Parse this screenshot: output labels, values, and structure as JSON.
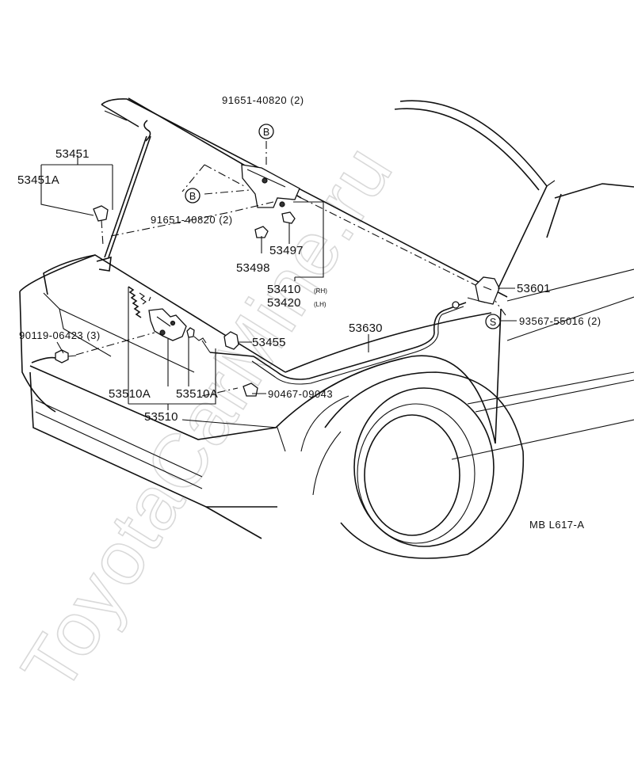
{
  "watermark": "ToyotaCarMine.ru",
  "figure_code": "MB  L617-A",
  "callouts": {
    "bolt_upper": "91651-40820 (2)",
    "bolt_lower": "91651-40820 (2)",
    "hinge_rh": "53410",
    "hinge_rh_side": "(RH)",
    "hinge_lh": "53420",
    "hinge_lh_side": "(LH)",
    "part_53497": "53497",
    "part_53498": "53498",
    "support_rod": "53451",
    "support_clip": "53451A",
    "lever_53601": "53601",
    "screw_93567": "93567-55016 (2)",
    "cable_53630": "53630",
    "part_53455": "53455",
    "bolt_90119": "90119-06423 (3)",
    "clip_90467": "90467-09043",
    "lock_53510": "53510",
    "lock_part_a1": "53510A",
    "lock_part_a2": "53510A"
  },
  "marks": {
    "b_upper": "B",
    "b_lower": "B",
    "s_mark": "S"
  }
}
